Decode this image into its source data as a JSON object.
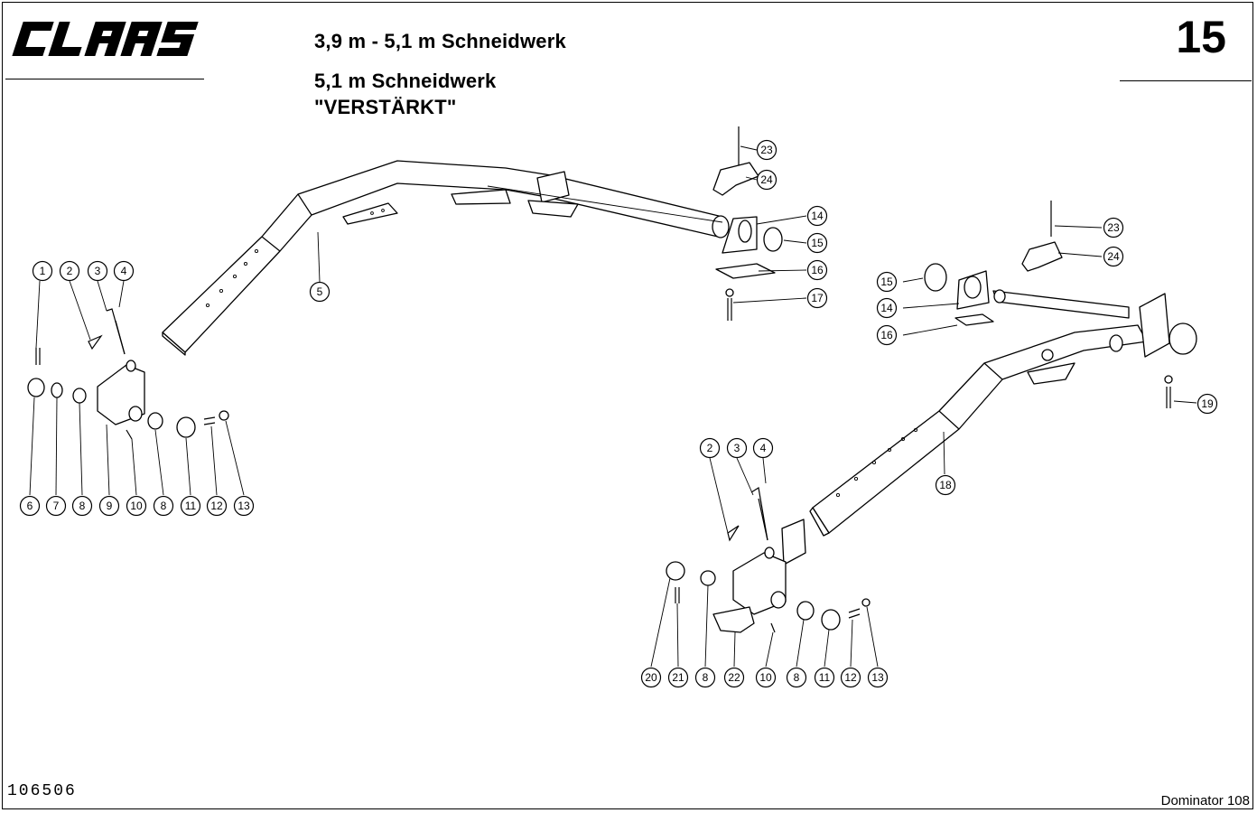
{
  "header": {
    "brand": "CLAAS",
    "title_line_1": "3,9 m - 5,1 m Schneidwerk",
    "title_line_2": "5,1 m Schneidwerk",
    "title_line_3": "\"VERSTÄRKT\"",
    "page_number": "15"
  },
  "footer": {
    "document_number": "106506",
    "model": "Dominator 108"
  },
  "callouts_left": [
    "1",
    "2",
    "3",
    "4",
    "5",
    "6",
    "7",
    "8",
    "9",
    "10",
    "8",
    "11",
    "12",
    "13"
  ],
  "callouts_top_right": [
    "23",
    "24",
    "14",
    "15",
    "16",
    "17"
  ],
  "callouts_right": [
    "23",
    "24",
    "15",
    "14",
    "16",
    "19",
    "18",
    "2",
    "3",
    "4",
    "20",
    "21",
    "8",
    "22",
    "10",
    "8",
    "11",
    "12",
    "13"
  ]
}
